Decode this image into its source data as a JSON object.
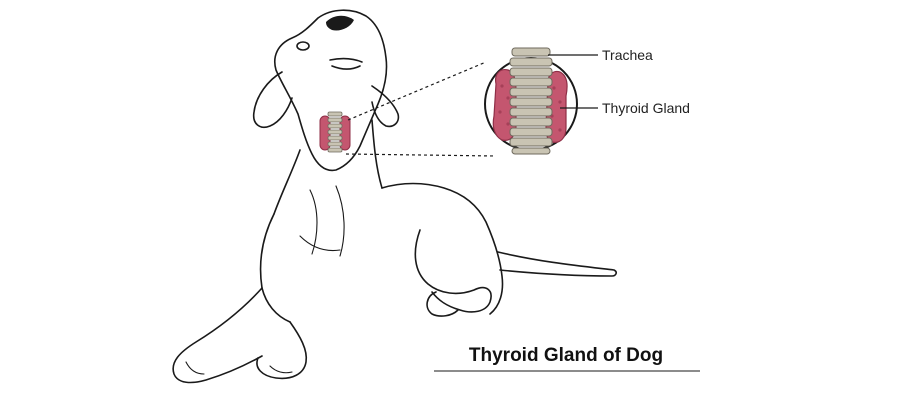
{
  "title": "Thyroid Gland of Dog",
  "labels": {
    "trachea": "Trachea",
    "thyroid_gland": "Thyroid Gland"
  },
  "colors": {
    "outline": "#1a1a1a",
    "thyroid": "#c4566f",
    "thyroid_dark": "#8f2f47",
    "trachea_ring": "#c9c4b3",
    "trachea_gap": "#6f6a5e",
    "background": "#ffffff"
  }
}
